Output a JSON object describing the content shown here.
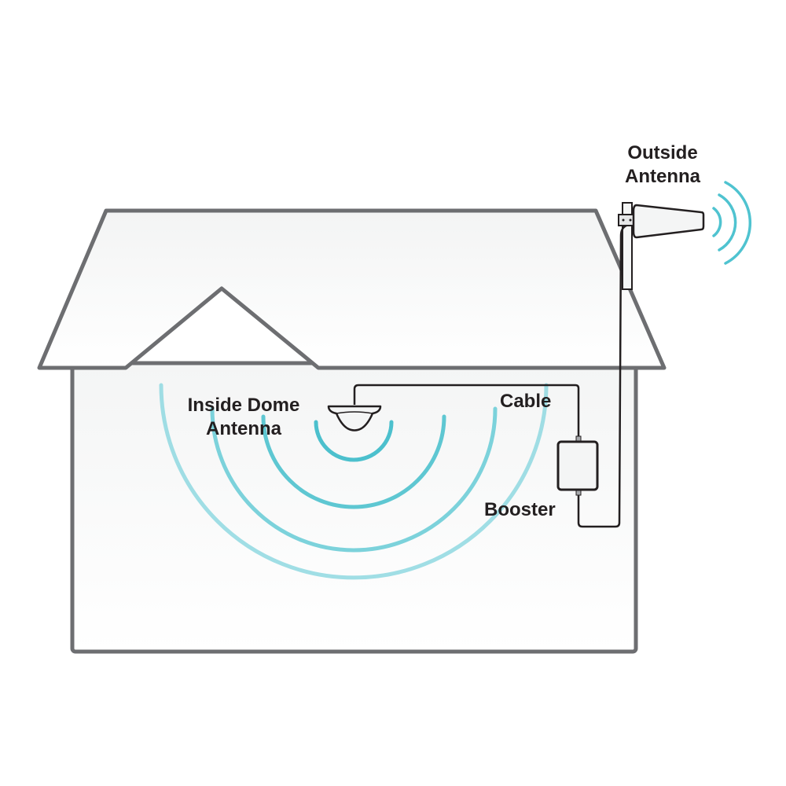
{
  "labels": {
    "outside_antenna_line1": "Outside",
    "outside_antenna_line2": "Antenna",
    "inside_dome_line1": "Inside Dome",
    "inside_dome_line2": "Antenna",
    "cable": "Cable",
    "booster": "Booster"
  },
  "colors": {
    "outline": "#6d6e71",
    "fill": "#f4f5f5",
    "wave": "#4fc3d0",
    "text": "#231f20"
  }
}
